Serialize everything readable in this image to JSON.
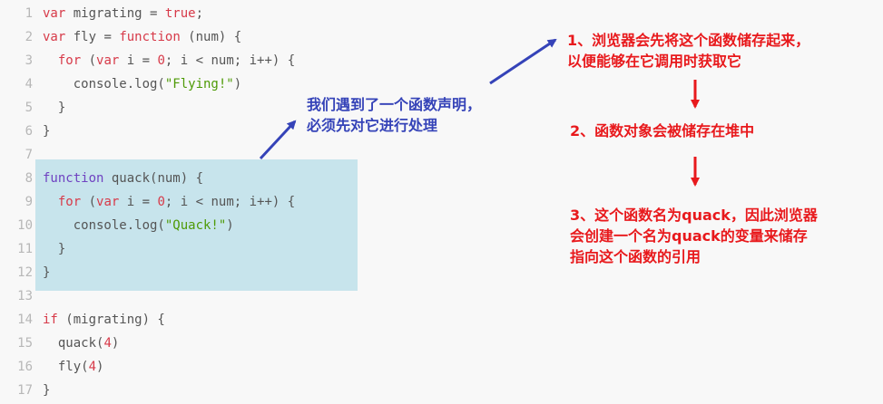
{
  "code": {
    "lines": [
      {
        "num": "1",
        "tokens": [
          {
            "t": "var",
            "c": "kw"
          },
          {
            "t": " migrating = ",
            "c": "tx"
          },
          {
            "t": "true",
            "c": "kw"
          },
          {
            "t": ";",
            "c": "tx"
          }
        ]
      },
      {
        "num": "2",
        "tokens": [
          {
            "t": "var",
            "c": "kw"
          },
          {
            "t": " fly = ",
            "c": "tx"
          },
          {
            "t": "function",
            "c": "kw"
          },
          {
            "t": " (num) {",
            "c": "tx"
          }
        ]
      },
      {
        "num": "3",
        "tokens": [
          {
            "t": "  ",
            "c": "tx"
          },
          {
            "t": "for",
            "c": "kw"
          },
          {
            "t": " (",
            "c": "tx"
          },
          {
            "t": "var",
            "c": "kw"
          },
          {
            "t": " i = ",
            "c": "tx"
          },
          {
            "t": "0",
            "c": "kw"
          },
          {
            "t": "; i < num; i++) {",
            "c": "tx"
          }
        ]
      },
      {
        "num": "4",
        "tokens": [
          {
            "t": "    console.log(",
            "c": "tx"
          },
          {
            "t": "\"Flying!\"",
            "c": "st"
          },
          {
            "t": ")",
            "c": "tx"
          }
        ]
      },
      {
        "num": "5",
        "tokens": [
          {
            "t": "  }",
            "c": "tx"
          }
        ]
      },
      {
        "num": "6",
        "tokens": [
          {
            "t": "}",
            "c": "tx"
          }
        ]
      },
      {
        "num": "7",
        "tokens": []
      },
      {
        "num": "8",
        "tokens": [
          {
            "t": "function",
            "c": "bl"
          },
          {
            "t": " quack(num) {",
            "c": "tx"
          }
        ]
      },
      {
        "num": "9",
        "tokens": [
          {
            "t": "  ",
            "c": "tx"
          },
          {
            "t": "for",
            "c": "kw"
          },
          {
            "t": " (",
            "c": "tx"
          },
          {
            "t": "var",
            "c": "kw"
          },
          {
            "t": " i = ",
            "c": "tx"
          },
          {
            "t": "0",
            "c": "kw"
          },
          {
            "t": "; i < num; i++) {",
            "c": "tx"
          }
        ]
      },
      {
        "num": "10",
        "tokens": [
          {
            "t": "    console.log(",
            "c": "tx"
          },
          {
            "t": "\"Quack!\"",
            "c": "st"
          },
          {
            "t": ")",
            "c": "tx"
          }
        ]
      },
      {
        "num": "11",
        "tokens": [
          {
            "t": "  }",
            "c": "tx"
          }
        ]
      },
      {
        "num": "12",
        "tokens": [
          {
            "t": "}",
            "c": "tx"
          }
        ]
      },
      {
        "num": "13",
        "tokens": []
      },
      {
        "num": "14",
        "tokens": [
          {
            "t": "if",
            "c": "kw"
          },
          {
            "t": " (migrating) {",
            "c": "tx"
          }
        ]
      },
      {
        "num": "15",
        "tokens": [
          {
            "t": "  quack(",
            "c": "tx"
          },
          {
            "t": "4",
            "c": "kw"
          },
          {
            "t": ")",
            "c": "tx"
          }
        ]
      },
      {
        "num": "16",
        "tokens": [
          {
            "t": "  fly(",
            "c": "tx"
          },
          {
            "t": "4",
            "c": "kw"
          },
          {
            "t": ")",
            "c": "tx"
          }
        ]
      },
      {
        "num": "17",
        "tokens": [
          {
            "t": "}",
            "c": "tx"
          }
        ]
      }
    ]
  },
  "annotations": {
    "blue_note": "我们遇到了一个函数声明，\n必须先对它进行处理",
    "step1": "1、浏览器会先将这个函数储存起来，\n以便能够在它调用时获取它",
    "step2": "2、函数对象会被储存在堆中",
    "step3": "3、这个函数名为quack，因此浏览器\n会创建一个名为quack的变量来储存\n指向这个函数的引用"
  },
  "colors": {
    "keyword": "#d73a49",
    "function_keyword": "#6f42c1",
    "string": "#4e9a06",
    "text": "#555555",
    "line_number": "#b7b7b7",
    "highlight": "#c7e4ec",
    "blue_annotation": "#3543b8",
    "red_annotation": "#e8191c",
    "background": "#f8f8f8"
  }
}
